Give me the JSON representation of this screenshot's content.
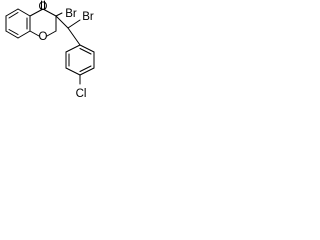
{
  "structure": {
    "labels": {
      "carbonyl_oxygen": "O",
      "ring_bromine": "Br",
      "side_bromine": "Br",
      "ring_oxygen": "O",
      "chlorine": "Cl"
    }
  }
}
